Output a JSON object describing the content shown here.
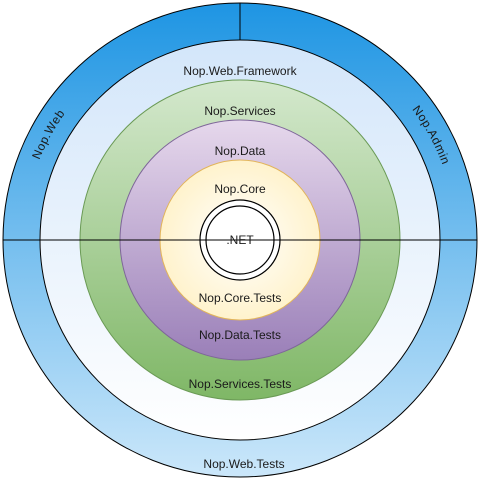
{
  "diagram": {
    "layers": {
      "outer": {
        "left_label": "Nop.Web",
        "right_label": "Nop.Admin"
      },
      "web_framework": {
        "top_label": "Nop.Web.Framework",
        "bottom_label": "Nop.Web.Tests"
      },
      "services": {
        "top_label": "Nop.Services",
        "bottom_label": "Nop.Services.Tests"
      },
      "data": {
        "top_label": "Nop.Data",
        "bottom_label": "Nop.Data.Tests"
      },
      "core": {
        "top_label": "Nop.Core",
        "bottom_label": "Nop.Core.Tests"
      },
      "center": {
        "label": ".NET"
      }
    },
    "colors": {
      "outer_ring": "#2b9be0",
      "web_framework_ring": "#dbe9fb",
      "services_ring": "#8fc17c",
      "data_ring": "#a88cc4",
      "core_ring": "#fff3c6",
      "center": "#ffffff",
      "stroke": "#000000"
    }
  }
}
